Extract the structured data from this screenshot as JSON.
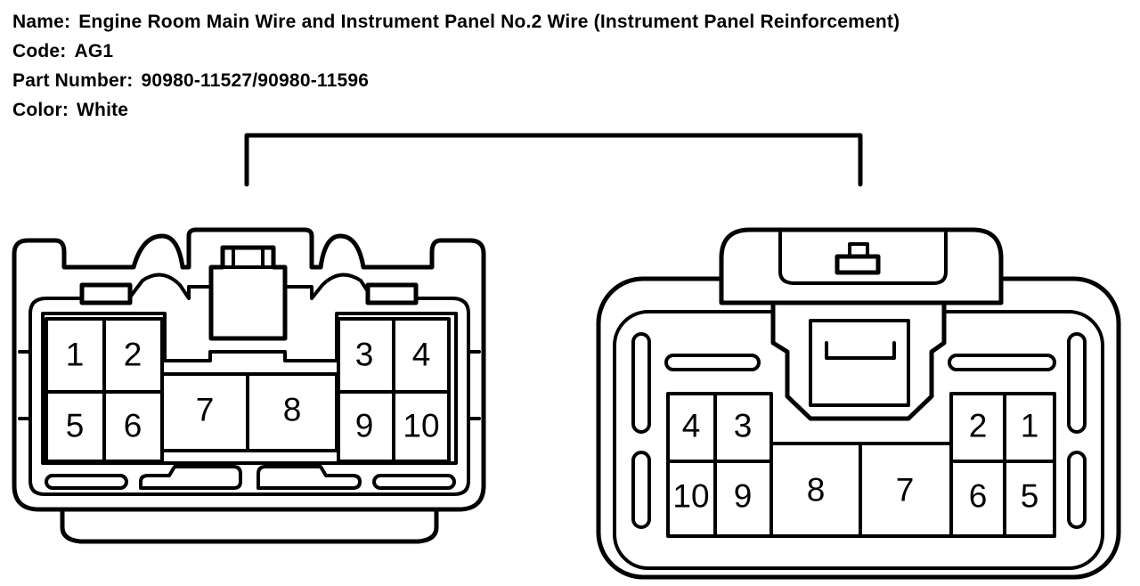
{
  "info": {
    "name_label": "Name:",
    "name_value": "Engine Room Main Wire and Instrument Panel No.2 Wire (Instrument Panel Reinforcement)",
    "code_label": "Code:",
    "code_value": "AG1",
    "part_label": "Part Number:",
    "part_value": "90980-11527/90980-11596",
    "color_label": "Color:",
    "color_value": "White"
  },
  "connectors": {
    "left": {
      "pins": [
        "1",
        "2",
        "3",
        "4",
        "5",
        "6",
        "7",
        "8",
        "9",
        "10"
      ]
    },
    "right": {
      "pins": [
        "4",
        "3",
        "2",
        "1",
        "10",
        "9",
        "8",
        "7",
        "6",
        "5"
      ]
    }
  }
}
